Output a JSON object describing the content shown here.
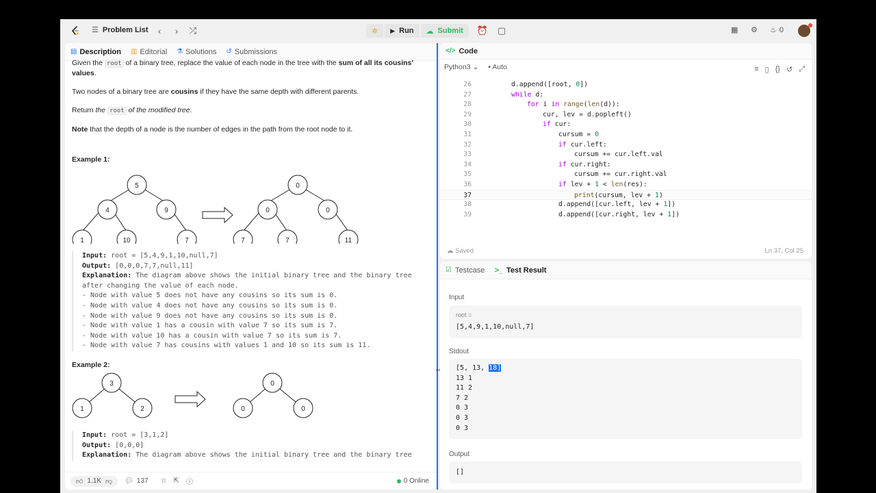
{
  "topbar": {
    "problem_list": "Problem List",
    "run": "Run",
    "submit": "Submit",
    "streak": "0"
  },
  "left": {
    "tabs": [
      "Description",
      "Editorial",
      "Solutions",
      "Submissions"
    ],
    "p1_a": "Given the ",
    "p1_code": "root",
    "p1_b": " of a binary tree, replace the value of each node in the tree with the ",
    "p1_bold": "sum of all its cousins'",
    "p1_c": "values",
    "p1_d": ".",
    "p2_a": "Two nodes of a binary tree are ",
    "p2_bold": "cousins",
    "p2_b": " if they have the same depth with different parents.",
    "p3_a": "Return ",
    "p3_b": "the ",
    "p3_code": "root",
    "p3_c": " of the modified tree",
    "p3_d": ".",
    "p4_bold": "Note",
    "p4_b": " that the depth of a node is the number of edges in the path from the root node to it.",
    "ex1_title": "Example 1:",
    "ex2_title": "Example 2:",
    "ex1_input_label": "Input:",
    "ex1_input": " root = [5,4,9,1,10,null,7]",
    "ex1_output_label": "Output:",
    "ex1_output": " [0,0,0,7,7,null,11]",
    "ex1_expl_label": "Explanation:",
    "ex1_expl_1": " The diagram above shows the initial binary tree and the binary tree",
    "ex1_expl_2": "after changing the value of each node.",
    "ex1_lines": [
      "- Node with value 5 does not have any cousins so its sum is 0.",
      "- Node with value 4 does not have any cousins so its sum is 0.",
      "- Node with value 9 does not have any cousins so its sum is 0.",
      "- Node with value 1 has a cousin with value 7 so its sum is 7.",
      "- Node with value 10 has a cousin with value 7 so its sum is 7.",
      "- Node with value 7 has cousins with values 1 and 10 so its sum is 11."
    ],
    "ex2_input_label": "Input:",
    "ex2_input": " root = [3,1,2]",
    "ex2_output_label": "Output:",
    "ex2_output": " [0,0,0]",
    "ex2_expl_label": "Explanation:",
    "ex2_expl_1": " The diagram above shows the initial binary tree and the binary tree",
    "tree1_before": [
      "5",
      "4",
      "9",
      "1",
      "10",
      "7"
    ],
    "tree1_after": [
      "0",
      "0",
      "0",
      "7",
      "7",
      "11"
    ],
    "tree2_before": [
      "3",
      "1",
      "2"
    ],
    "tree2_after": [
      "0",
      "0",
      "0"
    ],
    "likes": "1.1K",
    "comments": "137",
    "online": "0 Online"
  },
  "code": {
    "title": "Code",
    "language": "Python3",
    "mode": "Auto",
    "lines": [
      {
        "n": "26",
        "indent": 2,
        "html": "d.append([root, <span class='num'>0</span>])"
      },
      {
        "n": "27",
        "indent": 2,
        "html": "<span class='kw'>while</span> d:"
      },
      {
        "n": "28",
        "indent": 3,
        "html": "<span class='kw'>for</span> i <span class='kw'>in</span> <span class='fn'>range</span>(<span class='fn'>len</span>(d)):"
      },
      {
        "n": "29",
        "indent": 4,
        "html": "cur, lev = d.popleft()"
      },
      {
        "n": "30",
        "indent": 4,
        "html": "<span class='kw'>if</span> cur:"
      },
      {
        "n": "31",
        "indent": 5,
        "html": "cursum = <span class='num'>0</span>"
      },
      {
        "n": "32",
        "indent": 5,
        "html": "<span class='kw'>if</span> cur.left:"
      },
      {
        "n": "33",
        "indent": 6,
        "html": "cursum += cur.left.val"
      },
      {
        "n": "34",
        "indent": 5,
        "html": "<span class='kw'>if</span> cur.right:"
      },
      {
        "n": "35",
        "indent": 6,
        "html": "cursum += cur.right.val"
      },
      {
        "n": "36",
        "indent": 5,
        "html": "<span class='kw'>if</span> lev + <span class='num'>1</span> &lt; <span class='fn'>len</span>(res):"
      },
      {
        "n": "37",
        "indent": 6,
        "html": "<span class='fn'>print</span>(cursum, lev + <span class='num'>1</span>)"
      },
      {
        "n": "38",
        "indent": 5,
        "html": "d.append([cur.left, lev + <span class='num'>1</span>])"
      },
      {
        "n": "39",
        "indent": 5,
        "html": "d.append([cur.right, lev + <span class='num'>1</span>])"
      }
    ],
    "current_line": "37",
    "saved": "Saved",
    "cursor_pos": "Ln 37, Col 25"
  },
  "test": {
    "tabs": [
      "Testcase",
      "Test Result"
    ],
    "input_label": "Input",
    "root_label": "root =",
    "root_value": "[5,4,9,1,10,null,7]",
    "stdout_label": "Stdout",
    "stdout_first_a": "[5, 13, ",
    "stdout_first_sel": "18]",
    "stdout_lines": [
      "13 1",
      "11 2",
      "7 2",
      "0 3",
      "0 3",
      "0 3"
    ],
    "output_label": "Output",
    "output_value": "[]"
  }
}
